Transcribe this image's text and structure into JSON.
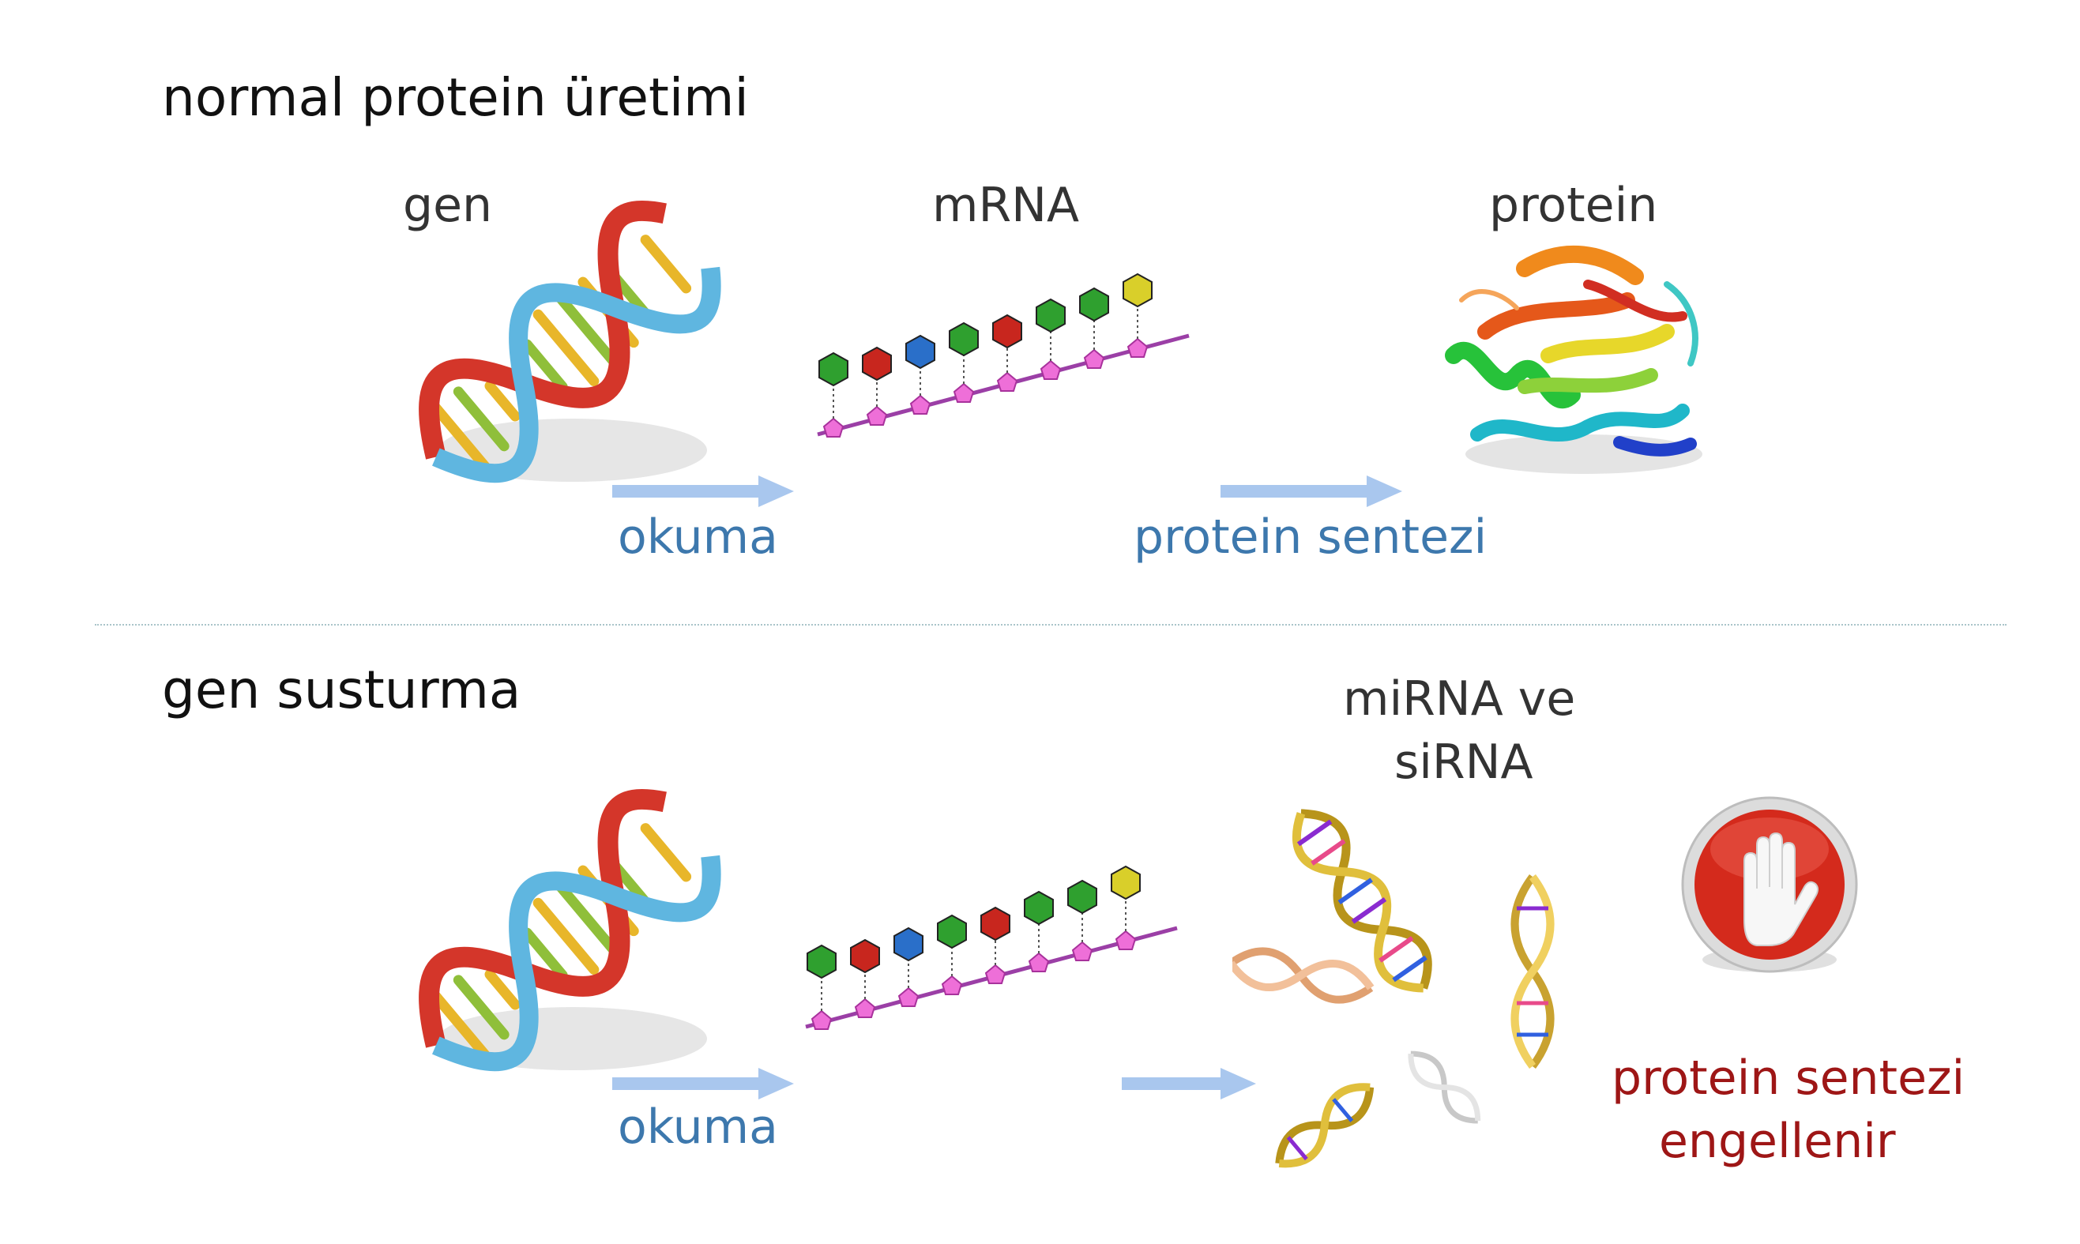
{
  "sections": {
    "normal": {
      "title": "normal protein üretimi",
      "gene_label": "gen",
      "mrna_label": "mRNA",
      "protein_label": "protein",
      "step1_label": "okuma",
      "step2_label": "protein sentezi"
    },
    "silencing": {
      "title": "gen susturma",
      "step1_label": "okuma",
      "rna_label_line1": "miRNA ve",
      "rna_label_line2": "siRNA",
      "blocked_line1": "protein sentezi",
      "blocked_line2": "engellenir"
    }
  },
  "colors": {
    "step_text": "#3d78ad",
    "blocked_text": "#9e1616",
    "arrow": "#a9c7ee",
    "stop_button": "#d42a1c"
  },
  "icons": {
    "dna": "dna-double-helix-icon",
    "mrna": "mrna-strand-icon",
    "protein": "protein-ribbon-structure-icon",
    "small_rna": "small-rna-helix-icon",
    "stop": "stop-hand-icon"
  }
}
